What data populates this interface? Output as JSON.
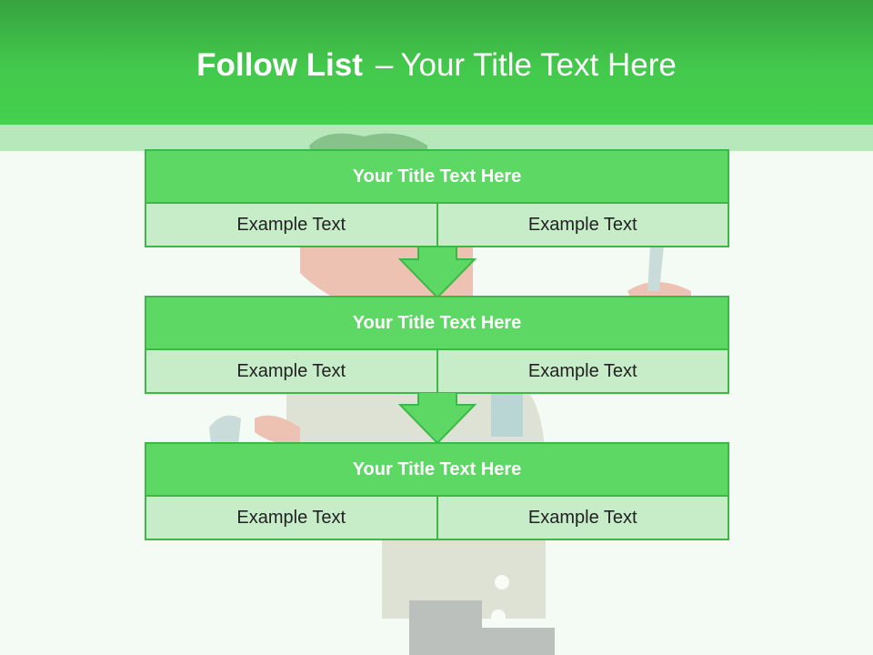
{
  "slide": {
    "title_bold": "Follow List",
    "title_separator": "–",
    "title_rest": "Your Title Text Here"
  },
  "blocks": [
    {
      "title": "Your Title Text Here",
      "left": "Example Text",
      "right": "Example Text"
    },
    {
      "title": "Your Title Text Here",
      "left": "Example Text",
      "right": "Example Text"
    },
    {
      "title": "Your Title Text Here",
      "left": "Example Text",
      "right": "Example Text"
    }
  ],
  "colors": {
    "header": "#43c94c",
    "block_title": "#5ed865",
    "block_body": "#c6ecc8",
    "border": "#3db845"
  }
}
